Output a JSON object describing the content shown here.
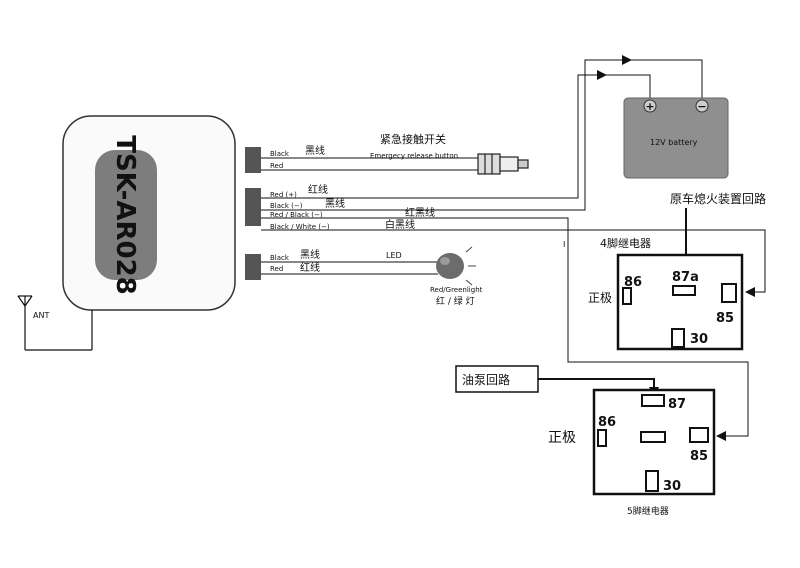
{
  "module": {
    "label": "TSK-AR028"
  },
  "antenna": {
    "label": "ANT"
  },
  "connector_top": {
    "wire1_en": "Black",
    "wire1_cn": "黑线",
    "wire2_en": "Red",
    "button_title": "紧急接触开关",
    "button_caption": "Emergecy release button"
  },
  "connector_mid": {
    "wire1_en": "Red (+)",
    "wire1_cn": "红线",
    "wire2_en": "Black (−)",
    "wire2_cn": "黑线",
    "wire3_en": "Red / Black (−)",
    "wire3_cn": "红黑线",
    "wire4_en": "Black / White (−)",
    "wire4_cn": "白黑线"
  },
  "connector_bot": {
    "wire1_en": "Black",
    "wire1_cn": "黑线",
    "wire2_en": "Red",
    "wire2_cn": "红线",
    "led_label": "LED",
    "led_caption_en": "Red/Greenlight",
    "led_caption_cn": "红 / 绿  灯"
  },
  "battery": {
    "label": "12V battery",
    "plus": "+",
    "minus": "−"
  },
  "ignition_circuit_label": "原车熄火装置回路",
  "relay4": {
    "title": "4脚继电器",
    "pin86": "86",
    "pin87a": "87a",
    "pin85": "85",
    "pin30": "30",
    "positive": "正极"
  },
  "fuel_pump_label": "油泵回路",
  "relay5": {
    "title": "5脚继电器",
    "pin86": "86",
    "pin87": "87",
    "pin85": "85",
    "pin30": "30",
    "positive": "正极"
  },
  "misc": {
    "mark_i": "I"
  }
}
